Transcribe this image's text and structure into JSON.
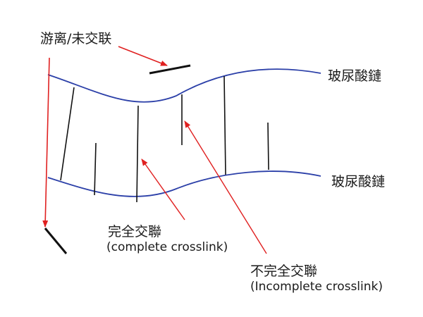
{
  "labels": {
    "free_uncrosslinked": "游离/未交联",
    "chain_top": "玻尿酸鏈",
    "chain_bottom": "玻尿酸鏈",
    "complete_zh": "完全交聯",
    "complete_en": "(complete crosslink)",
    "incomplete_zh": "不完全交聯",
    "incomplete_en": "(Incomplete crosslink)"
  },
  "colors": {
    "chain": "#2b3fa8",
    "crosslink": "#111111",
    "arrow": "#e02020"
  }
}
